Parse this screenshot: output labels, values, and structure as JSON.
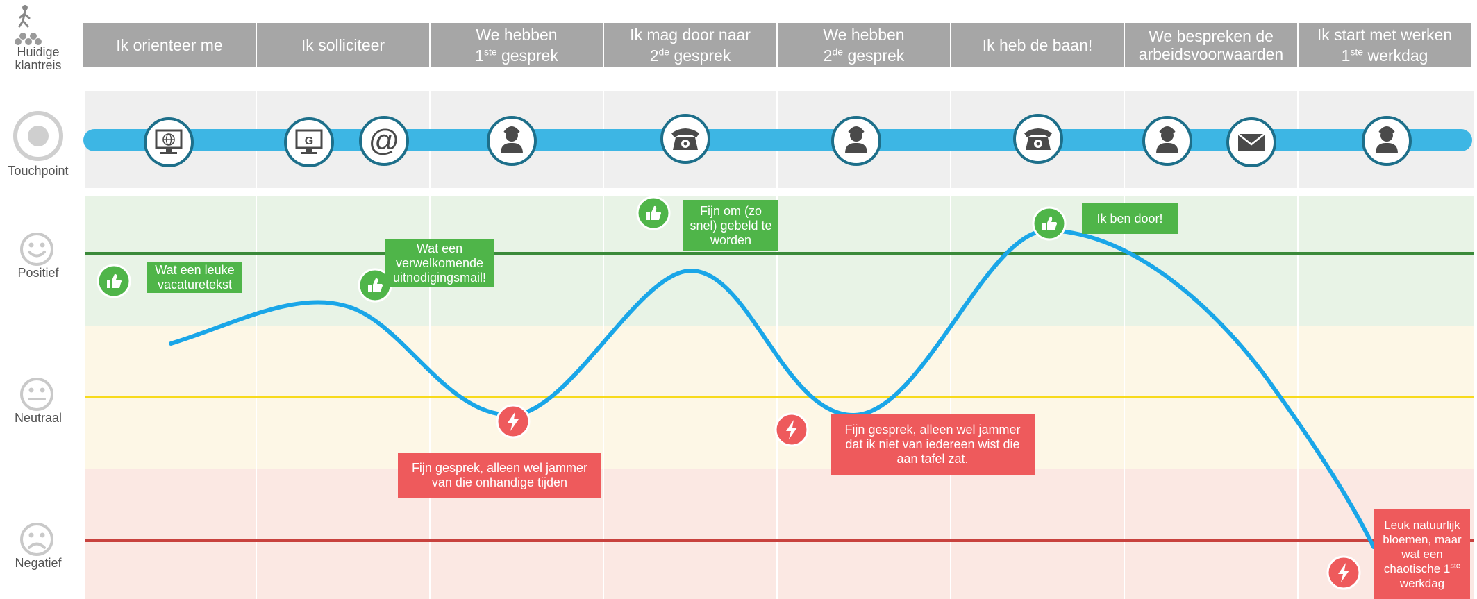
{
  "rows": {
    "journey": {
      "label_line1": "Huidige",
      "label_line2": "klantreis",
      "icon": "walking-person-icon"
    },
    "touchpoint": {
      "label": "Touchpoint",
      "icon": "target-circle-icon"
    },
    "positive": {
      "label": "Positief",
      "icon": "smiley-happy-icon"
    },
    "neutral": {
      "label": "Neutraal",
      "icon": "smiley-neutral-icon"
    },
    "negative": {
      "label": "Negatief",
      "icon": "smiley-sad-icon"
    }
  },
  "stages": [
    {
      "line1": "Ik orienteer me",
      "line2": null
    },
    {
      "line1": "Ik solliciteer",
      "line2": null
    },
    {
      "line1": "We hebben",
      "line2": {
        "num": "1",
        "sup": "ste",
        "text": " gesprek"
      }
    },
    {
      "line1": "Ik mag door naar",
      "line2": {
        "num": "2",
        "sup": "de",
        "text": " gesprek"
      }
    },
    {
      "line1": "We hebben",
      "line2": {
        "num": "2",
        "sup": "de",
        "text": " gesprek"
      }
    },
    {
      "line1": "Ik heb de baan!",
      "line2": null
    },
    {
      "line1": "We bespreken de",
      "line2": {
        "num": "",
        "sup": "",
        "text": "arbeidsvoorwaarden"
      }
    },
    {
      "line1": "Ik start met werken",
      "line2": {
        "num": "1",
        "sup": "ste",
        "text": " werkdag"
      }
    }
  ],
  "touchpoints": [
    {
      "stage": 0,
      "icon": "computer-globe-icon"
    },
    {
      "stage": 1,
      "icon": "google-monitor-icon"
    },
    {
      "stage": 1,
      "icon": "email-at-icon"
    },
    {
      "stage": 2,
      "icon": "person-icon"
    },
    {
      "stage": 3,
      "icon": "telephone-icon"
    },
    {
      "stage": 4,
      "icon": "person-icon"
    },
    {
      "stage": 5,
      "icon": "telephone-icon"
    },
    {
      "stage": 6,
      "icon": "person-icon"
    },
    {
      "stage": 6,
      "icon": "envelope-icon"
    },
    {
      "stage": 7,
      "icon": "person-icon"
    }
  ],
  "callouts": [
    {
      "type": "positive",
      "lines": [
        "Wat een leuke",
        "vacaturetekst"
      ]
    },
    {
      "type": "positive",
      "lines": [
        "Wat een",
        "verwelkomende",
        "uitnodigingsmail!"
      ]
    },
    {
      "type": "positive",
      "lines": [
        "Fijn om (zo",
        "snel) gebeld te",
        "worden"
      ]
    },
    {
      "type": "positive",
      "lines": [
        "Ik ben door!"
      ]
    },
    {
      "type": "negative",
      "lines": [
        "Fijn gesprek, alleen wel jammer",
        "van die onhandige tijden"
      ]
    },
    {
      "type": "negative",
      "lines": [
        "Fijn gesprek, alleen wel jammer",
        "dat ik niet van iedereen wist  die",
        "aan tafel zat."
      ]
    },
    {
      "type": "negative",
      "lines": [
        "Leuk natuurlijk",
        "bloemen, maar",
        "wat een",
        "chaotische 1|ste",
        "werkdag"
      ]
    }
  ],
  "colors": {
    "header_bg": "#a6a6a6",
    "track": "#3db6e4",
    "curve": "#1aa6e8",
    "positive_band": "#e8f3e6",
    "neutral_band": "#fdf7e6",
    "negative_band": "#fbe8e3",
    "positive_line": "#3b8a3a",
    "neutral_line": "#f7da1c",
    "negative_line": "#c8423e",
    "positive_badge": "#4fb549",
    "negative_badge": "#ee5a5c",
    "touchpoint_ring": "#1d6f8a"
  }
}
